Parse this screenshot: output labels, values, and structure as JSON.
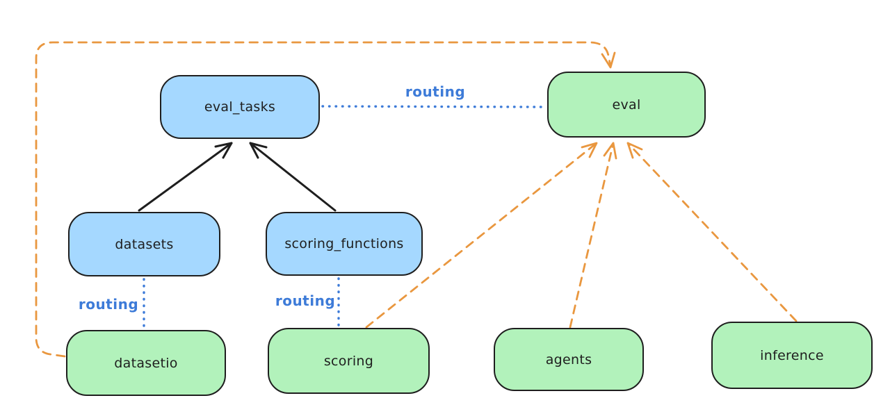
{
  "nodes": {
    "eval_tasks": {
      "label": "eval_tasks",
      "kind": "resource",
      "fill": "blue"
    },
    "eval": {
      "label": "eval",
      "kind": "api",
      "fill": "green"
    },
    "datasets": {
      "label": "datasets",
      "kind": "resource",
      "fill": "blue"
    },
    "scoring_functions": {
      "label": "scoring_functions",
      "kind": "resource",
      "fill": "blue"
    },
    "datasetio": {
      "label": "datasetio",
      "kind": "api",
      "fill": "green"
    },
    "scoring": {
      "label": "scoring",
      "kind": "api",
      "fill": "green"
    },
    "agents": {
      "label": "agents",
      "kind": "api",
      "fill": "green"
    },
    "inference": {
      "label": "inference",
      "kind": "api",
      "fill": "green"
    }
  },
  "edge_labels": {
    "eval_tasks_to_eval": {
      "text": "routing"
    },
    "datasets_to_datasetio": {
      "text": "routing"
    },
    "scoring_functions_to_scoring": {
      "text": "routing"
    }
  },
  "edges": [
    {
      "from": "datasets",
      "to": "eval_tasks",
      "style": "solid-black-arrow",
      "label": ""
    },
    {
      "from": "scoring_functions",
      "to": "eval_tasks",
      "style": "solid-black-arrow",
      "label": ""
    },
    {
      "from": "eval_tasks",
      "to": "eval",
      "style": "dotted-blue",
      "label": "routing"
    },
    {
      "from": "datasets",
      "to": "datasetio",
      "style": "dotted-blue",
      "label": "routing"
    },
    {
      "from": "scoring_functions",
      "to": "scoring",
      "style": "dotted-blue",
      "label": "routing"
    },
    {
      "from": "datasetio",
      "to": "eval",
      "style": "dashed-orange-arrow",
      "label": ""
    },
    {
      "from": "scoring",
      "to": "eval",
      "style": "dashed-orange-arrow",
      "label": ""
    },
    {
      "from": "agents",
      "to": "eval",
      "style": "dashed-orange-arrow",
      "label": ""
    },
    {
      "from": "inference",
      "to": "eval",
      "style": "dashed-orange-arrow",
      "label": ""
    }
  ],
  "colors": {
    "blue_fill": "#a5d8ff",
    "green_fill": "#b2f2bb",
    "node_stroke": "#1e1e1e",
    "black_edge": "#1e1e1e",
    "blue_edge": "#3d7bd8",
    "orange_edge": "#e9973f",
    "label_text": "#1e1e1e",
    "canvas_bg": "#ffffff"
  }
}
